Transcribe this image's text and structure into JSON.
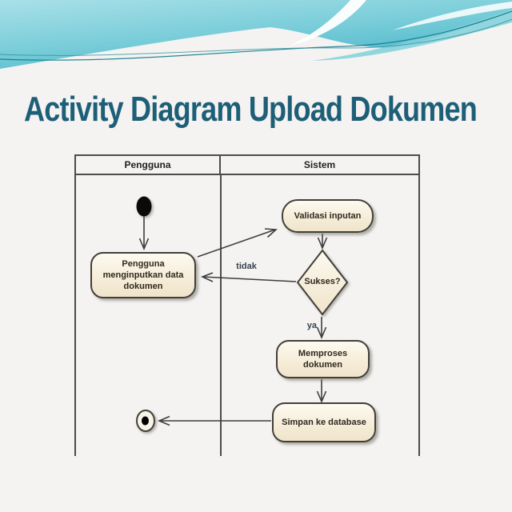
{
  "slide": {
    "title": "Activity Diagram Upload Dokumen"
  },
  "diagram": {
    "type": "uml-activity-swimlane",
    "lanes": [
      {
        "label": "Pengguna"
      },
      {
        "label": "Sistem"
      }
    ],
    "nodes": {
      "initial": {
        "kind": "initial-node",
        "lane": "Pengguna",
        "label": ""
      },
      "input": {
        "kind": "action",
        "lane": "Pengguna",
        "label": "Pengguna menginputkan data dokumen"
      },
      "validate": {
        "kind": "action",
        "lane": "Sistem",
        "label": "Validasi inputan"
      },
      "decision": {
        "kind": "decision",
        "lane": "Sistem",
        "label": "Sukses?"
      },
      "process": {
        "kind": "action",
        "lane": "Sistem",
        "label": "Memproses dokumen"
      },
      "save": {
        "kind": "action",
        "lane": "Sistem",
        "label": "Simpan ke database"
      },
      "final": {
        "kind": "final-node",
        "lane": "Pengguna",
        "label": ""
      }
    },
    "edges": [
      {
        "from": "initial",
        "to": "input",
        "label": ""
      },
      {
        "from": "input",
        "to": "validate",
        "label": ""
      },
      {
        "from": "validate",
        "to": "decision",
        "label": ""
      },
      {
        "from": "decision",
        "to": "input",
        "label": "tidak"
      },
      {
        "from": "decision",
        "to": "process",
        "label": "ya"
      },
      {
        "from": "process",
        "to": "save",
        "label": ""
      },
      {
        "from": "save",
        "to": "final",
        "label": ""
      }
    ],
    "colors": {
      "title": "#1e5f78",
      "node_fill_top": "#fdfaf0",
      "node_fill_bottom": "#f0e4ca",
      "node_border": "#403f39",
      "edge_line": "#3d3d3d",
      "lane_border": "#4b4b48",
      "wave_teal_light": "#a9e0e8",
      "wave_teal_dark": "#4db6ca",
      "slide_background": "#f4f3f1"
    }
  }
}
